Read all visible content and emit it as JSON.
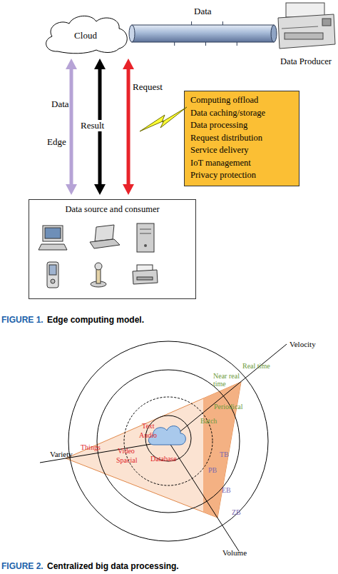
{
  "diagram": {
    "nodes": [
      {
        "text": [
          "Cloud"
        ]
      },
      {
        "text": [
          "Data Producer"
        ]
      },
      {
        "text": [
          "Computing offload",
          "Data caching/storage",
          "Data processing",
          "Request distribution",
          "Service delivery",
          "IoT management",
          "Privacy protection"
        ]
      },
      {
        "text": [
          "Data source and consumer"
        ]
      }
    ],
    "edges": [
      {
        "from": 0,
        "to": 1,
        "label": "Data",
        "arrow": "none"
      },
      {
        "from": 0,
        "to": 3,
        "label": "Data",
        "arrow": "both"
      },
      {
        "from": 0,
        "to": 3,
        "label": "Result",
        "arrow": "both"
      },
      {
        "from": 0,
        "to": 3,
        "label": "Request",
        "arrow": "both"
      }
    ],
    "labels": [
      "Edge",
      "FIGURE 1.",
      "Edge computing model.",
      "Velocity",
      "Real time",
      "Near real time",
      "Periodical",
      "Batch",
      "Text",
      "Audio",
      "Things",
      "Video",
      "Spacial",
      "Database",
      "Variety",
      "TB",
      "PB",
      "EB",
      "ZB",
      "Volume",
      "FIGURE 2.",
      "Centralized big data processing."
    ]
  }
}
